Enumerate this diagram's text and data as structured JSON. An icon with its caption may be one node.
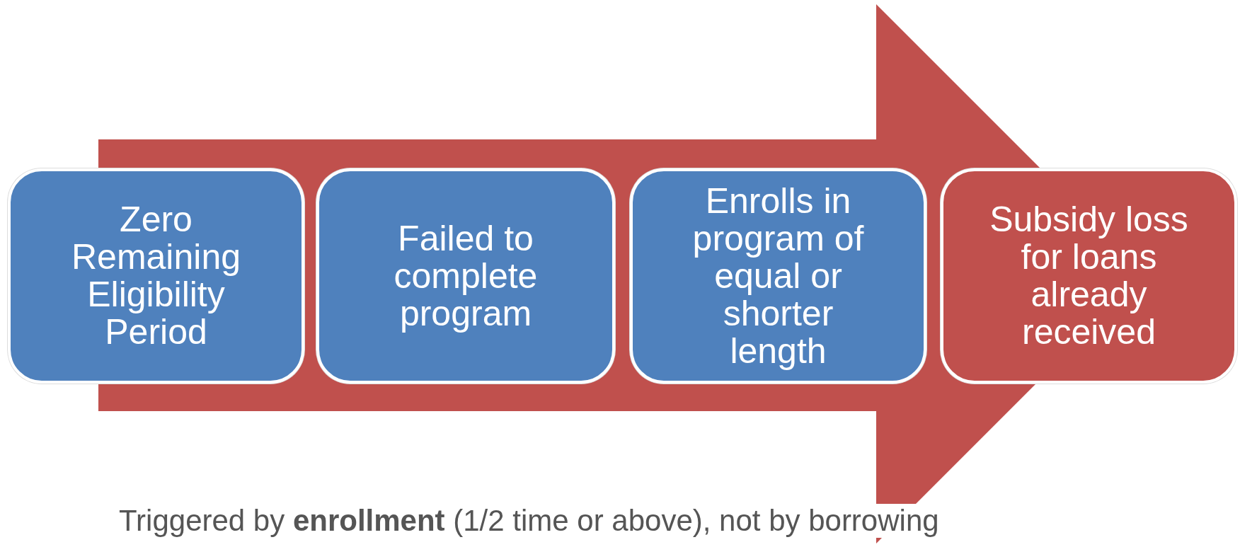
{
  "diagram": {
    "nodes": [
      {
        "text": [
          "Zero Remaining Eligibility Period"
        ]
      },
      {
        "text": [
          "Failed to complete program"
        ]
      },
      {
        "text": [
          "Enrolls in program of equal or shorter length"
        ]
      },
      {
        "text": [
          "Subsidy loss for loans already received"
        ]
      }
    ],
    "edges": [
      {
        "from": 0,
        "to": 3,
        "arrow": "to"
      }
    ],
    "labels": [
      "Triggered by **enrollment** (1/2 time or above), not by borrowing"
    ]
  }
}
